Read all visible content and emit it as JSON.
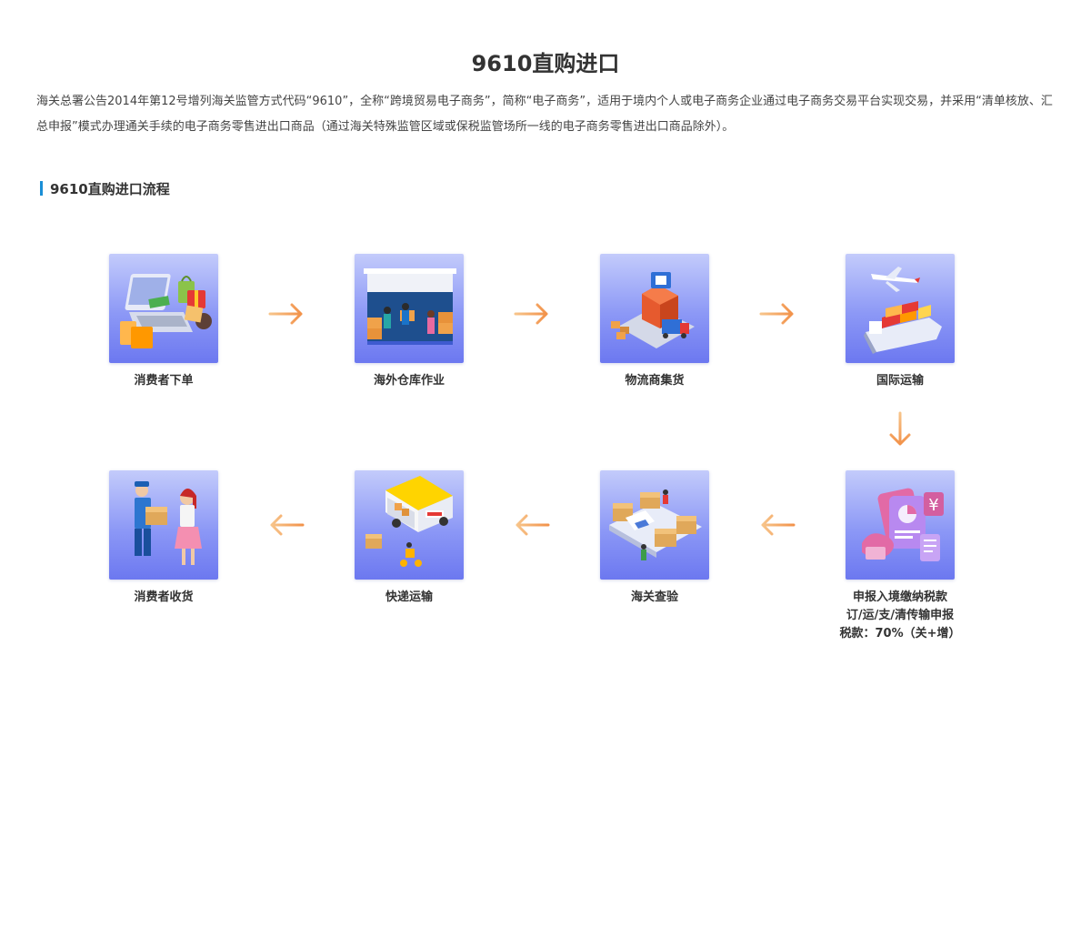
{
  "page": {
    "title": "9610直购进口",
    "intro": "海关总署公告2014年第12号增列海关监管方式代码“9610”，全称“跨境贸易电子商务”，简称“电子商务”，适用于境内个人或电子商务企业通过电子商务交易平台实现交易，并采用“清单核放、汇总申报”模式办理通关手续的电子商务零售进出口商品（通过海关特殊监管区域或保税监管场所一线的电子商务零售进出口商品除外）。"
  },
  "section": {
    "heading": "9610直购进口流程"
  },
  "flow": {
    "steps": [
      {
        "label": "消费者下单",
        "icon": "online-shopping-icon"
      },
      {
        "label": "海外仓库作业",
        "icon": "warehouse-icon"
      },
      {
        "label": "物流商集货",
        "icon": "logistics-hub-icon"
      },
      {
        "label": "国际运输",
        "icon": "plane-ship-icon"
      },
      {
        "label": "申报入境缴纳税款",
        "sublabel": "订/运/支/清传输申报",
        "sublabel2": "税款：70%（关+增）",
        "icon": "tax-declaration-icon"
      },
      {
        "label": "海关查验",
        "icon": "customs-inspection-icon"
      },
      {
        "label": "快递运输",
        "icon": "delivery-truck-icon"
      },
      {
        "label": "消费者收货",
        "icon": "receive-package-icon"
      }
    ],
    "colors": {
      "arrow": "#f2924a",
      "tile_top": "#c3cbfb",
      "tile_bottom": "#6c78f0",
      "accent": "#1a8fd6"
    }
  }
}
